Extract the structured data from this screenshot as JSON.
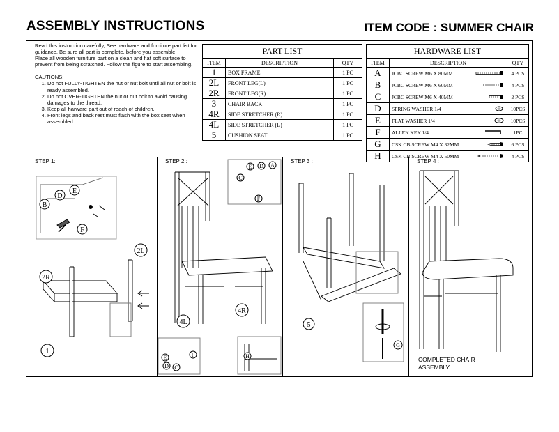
{
  "header": {
    "title": "ASSEMBLY INSTRUCTIONS",
    "item_code": "ITEM CODE : SUMMER CHAIR"
  },
  "intro": {
    "p1": "Read this instruction carefully, See hardware and furniture part list for guidance. Be sure all part is complete, before you assemble.",
    "p2": "Place all wooden furniture part on a clean and flat soft surface to prevent from being scratched. Follow the figure to start assembling.",
    "cautions_title": "CAUTIONS:",
    "cautions": [
      "Do not FULLY-TIGHTEN the nut or nut bolt until all nut or bolt is ready assembled.",
      "Do not OVER-TIGHTEN the nut or nut bolt to  avoid causing damages to the thread.",
      "Keep all harware part out of reach of children.",
      "Front legs and back rest must flash with the box seat when assembled."
    ]
  },
  "part_list": {
    "title": "PART LIST",
    "headers": {
      "item": "ITEM",
      "description": "DESCRIPTION",
      "qty": "QTY"
    },
    "rows": [
      {
        "item": "1",
        "desc": "BOX FRAME",
        "qty": "1 PC"
      },
      {
        "item": "2L",
        "desc": "FRONT LEG(L)",
        "qty": "1 PC"
      },
      {
        "item": "2R",
        "desc": "FRONT LEG(R)",
        "qty": "1 PC"
      },
      {
        "item": "3",
        "desc": "CHAIR  BACK",
        "qty": "1 PC"
      },
      {
        "item": "4R",
        "desc": "SIDE STRETCHER (R)",
        "qty": "1 PC"
      },
      {
        "item": "4L",
        "desc": "SIDE STRETCHER (L)",
        "qty": "1 PC"
      },
      {
        "item": "5",
        "desc": "CUSHION SEAT",
        "qty": "1 PC"
      }
    ]
  },
  "hardware_list": {
    "title": "HARDWARE LIST",
    "headers": {
      "item": "ITEM",
      "description": "DESCRIPTION",
      "qty": "QTY"
    },
    "rows": [
      {
        "item": "A",
        "desc": "JCBC SCREW M6 X 80MM",
        "qty": "4 PCS",
        "icon": "long-screw-icon"
      },
      {
        "item": "B",
        "desc": "JCBC SCREW M6 X 60MM",
        "qty": "4 PCS",
        "icon": "screw-icon"
      },
      {
        "item": "C",
        "desc": "JCBC SCREW M6 X 40MM",
        "qty": "2 PCS",
        "icon": "short-screw-icon"
      },
      {
        "item": "D",
        "desc": "SPRING WASHER 1/4",
        "qty": "10PCS",
        "icon": "spring-washer-icon"
      },
      {
        "item": "E",
        "desc": "FLAT WASHER 1/4",
        "qty": "10PCS",
        "icon": "flat-washer-icon"
      },
      {
        "item": "F",
        "desc": "ALLEN KEY 1/4",
        "qty": "1PC",
        "icon": "allen-key-icon"
      },
      {
        "item": "G",
        "desc": "CSK CB SCREW M4 X 32MM",
        "qty": "6 PCS",
        "icon": "wood-screw-icon"
      },
      {
        "item": "H",
        "desc": "CSK CB SCREW M4 X 50MM",
        "qty": "4 PCS",
        "icon": "long-wood-screw-icon"
      }
    ]
  },
  "steps": [
    {
      "label": "STEP 1:",
      "callouts": [
        "D",
        "E",
        "B",
        "F",
        "2L",
        "2R",
        "1"
      ]
    },
    {
      "label": "STEP 2 :",
      "callouts": [
        "E",
        "D",
        "A",
        "F",
        "C",
        "4L",
        "4R",
        "E",
        "D",
        "C",
        "F",
        "H"
      ]
    },
    {
      "label": "STEP 3 :",
      "callouts": [
        "5",
        "G"
      ]
    },
    {
      "label": "STEP 4 :",
      "completed": "COMPLETED CHAIR ASSEMBLY"
    }
  ]
}
